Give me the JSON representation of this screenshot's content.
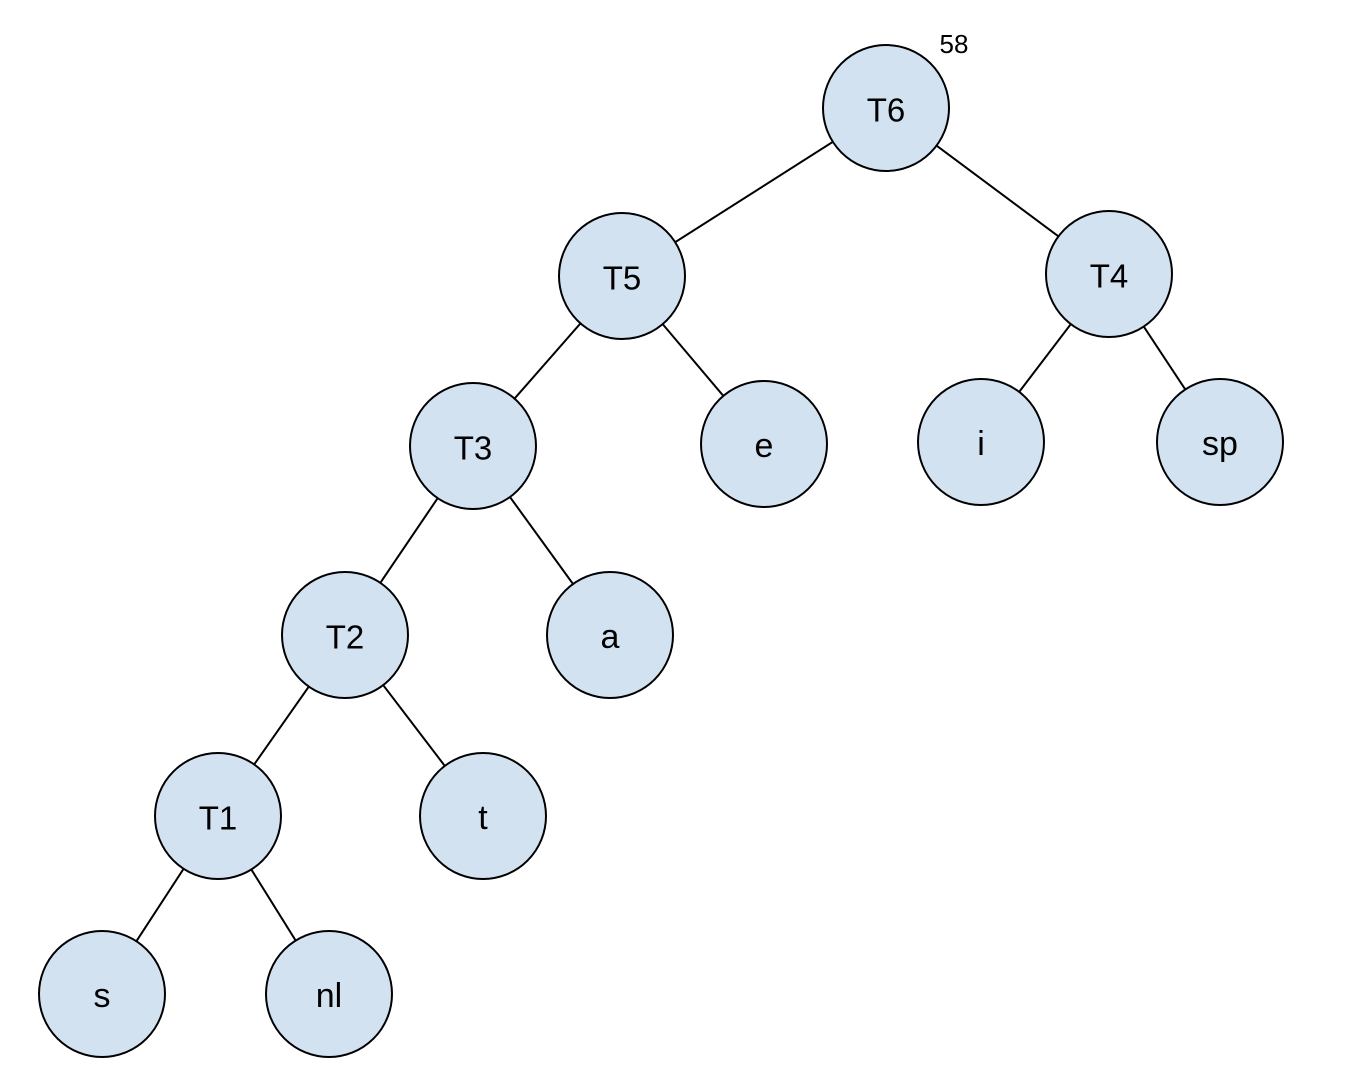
{
  "diagram": {
    "type": "binary-tree",
    "colors": {
      "node_fill": "#d2e2f1",
      "node_stroke": "#000000",
      "edge": "#000000",
      "text": "#000000"
    },
    "root_weight_label": "58",
    "nodes": [
      {
        "id": "T6",
        "label": "T6",
        "kind": "internal"
      },
      {
        "id": "T5",
        "label": "T5",
        "kind": "internal"
      },
      {
        "id": "T4",
        "label": "T4",
        "kind": "internal"
      },
      {
        "id": "T3",
        "label": "T3",
        "kind": "internal"
      },
      {
        "id": "e",
        "label": "e",
        "kind": "leaf"
      },
      {
        "id": "i",
        "label": "i",
        "kind": "leaf"
      },
      {
        "id": "sp",
        "label": "sp",
        "kind": "leaf"
      },
      {
        "id": "T2",
        "label": "T2",
        "kind": "internal"
      },
      {
        "id": "a",
        "label": "a",
        "kind": "leaf"
      },
      {
        "id": "T1",
        "label": "T1",
        "kind": "internal"
      },
      {
        "id": "t",
        "label": "t",
        "kind": "leaf"
      },
      {
        "id": "s",
        "label": "s",
        "kind": "leaf"
      },
      {
        "id": "nl",
        "label": "nl",
        "kind": "leaf"
      }
    ],
    "edges": [
      {
        "from": "T6",
        "to": "T5"
      },
      {
        "from": "T6",
        "to": "T4"
      },
      {
        "from": "T5",
        "to": "T3"
      },
      {
        "from": "T5",
        "to": "e"
      },
      {
        "from": "T4",
        "to": "i"
      },
      {
        "from": "T4",
        "to": "sp"
      },
      {
        "from": "T3",
        "to": "T2"
      },
      {
        "from": "T3",
        "to": "a"
      },
      {
        "from": "T2",
        "to": "T1"
      },
      {
        "from": "T2",
        "to": "t"
      },
      {
        "from": "T1",
        "to": "s"
      },
      {
        "from": "T1",
        "to": "nl"
      }
    ]
  }
}
